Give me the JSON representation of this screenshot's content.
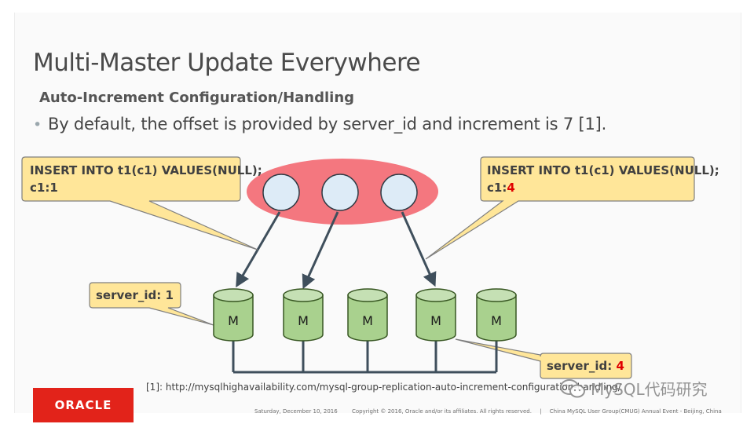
{
  "slide": {
    "title": "Multi-Master Update Everywhere",
    "subtitle": "Auto-Increment Configuration/Handling",
    "bullet": "By default, the offset is provided by server_id and increment is 7 [1].",
    "reference": "[1]: http://mysqlhighavailability.com/mysql-group-replication-auto-increment-configuration-handling/"
  },
  "callouts": {
    "left_insert": {
      "line1": "INSERT INTO t1(c1) VALUES(NULL);",
      "line2_label": "c1:",
      "line2_value": "1"
    },
    "right_insert": {
      "line1": "INSERT INTO t1(c1) VALUES(NULL);",
      "line2_label": "c1:",
      "line2_value": "4"
    },
    "left_server": {
      "label": "server_id: ",
      "value": "1"
    },
    "right_server": {
      "label": "server_id: ",
      "value": "4"
    }
  },
  "nodes": [
    {
      "label": "M"
    },
    {
      "label": "M"
    },
    {
      "label": "M"
    },
    {
      "label": "M"
    },
    {
      "label": "M"
    }
  ],
  "footer": {
    "date": "Saturday, December 10, 2016",
    "copyright": "Copyright © 2016, Oracle and/or its affiliates. All rights reserved.",
    "sep": "|",
    "event": "China MySQL User Group(CMUG) Annual Event - Beijing, China"
  },
  "logo": {
    "text": "ORACLE"
  },
  "watermark": {
    "text": "MySQL代码研究"
  },
  "colors": {
    "callout_fill": "#ffe699",
    "callout_border": "#7f7f7f",
    "ellipse_fill": "#f4777f",
    "client_fill": "#ddebf7",
    "node_fill": "#a9d18e",
    "node_border": "#385723",
    "arrow": "#3f4f5c",
    "highlight": "#e00000",
    "brand": "#e2231a"
  }
}
